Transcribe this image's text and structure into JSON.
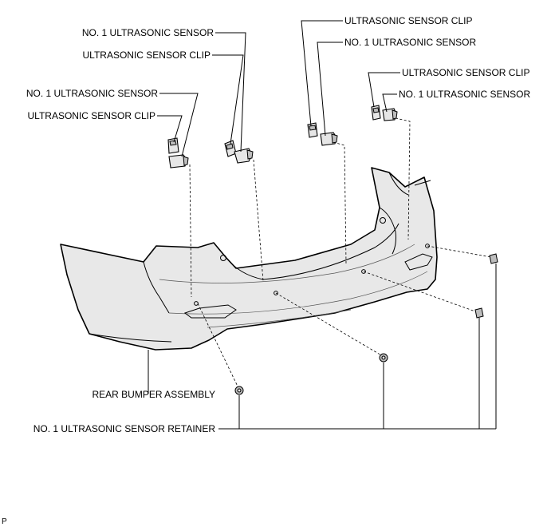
{
  "labels": {
    "sensor_1": "NO. 1 ULTRASONIC SENSOR",
    "clip_1": "ULTRASONIC SENSOR CLIP",
    "sensor_2": "NO. 1 ULTRASONIC SENSOR",
    "clip_2": "ULTRASONIC SENSOR CLIP",
    "clip_3": "ULTRASONIC SENSOR CLIP",
    "sensor_3": "NO. 1 ULTRASONIC SENSOR",
    "clip_4": "ULTRASONIC SENSOR CLIP",
    "sensor_4": "NO. 1 ULTRASONIC SENSOR",
    "bumper": "REAR BUMPER ASSEMBLY",
    "retainer": "NO. 1 ULTRASONIC SENSOR RETAINER"
  },
  "corner_mark": "P"
}
